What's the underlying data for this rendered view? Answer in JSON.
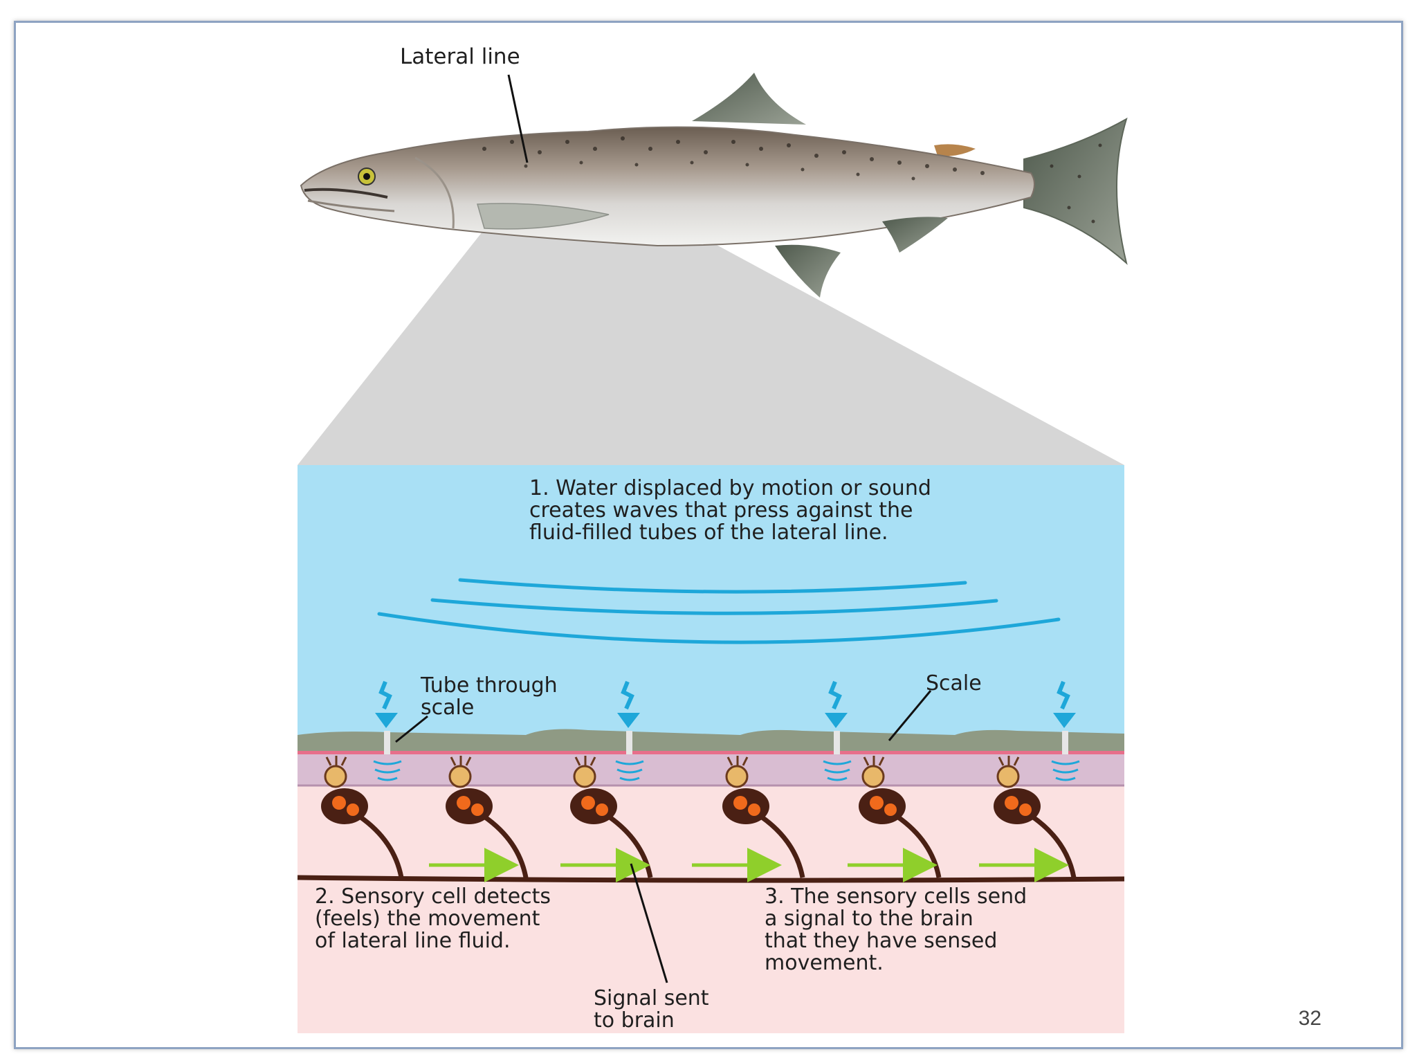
{
  "labels": {
    "lateral_line": "Lateral line",
    "step1": [
      "1. Water displaced by motion or sound",
      "creates waves that press against the",
      "fluid-filled tubes of the lateral line."
    ],
    "tube": [
      "Tube through",
      "scale"
    ],
    "scale": "Scale",
    "step2": [
      "2. Sensory cell detects",
      "(feels) the movement",
      "of lateral line fluid."
    ],
    "step3": [
      "3. The sensory cells send",
      "a signal to the brain",
      "that they have sensed",
      "movement."
    ],
    "signal": [
      "Signal sent",
      "to brain"
    ]
  },
  "page_number": "32",
  "colors": {
    "water": "#a9e0f5",
    "tissue": "#fbe1e1",
    "canal": "#d9bdd2",
    "scale": "#8f9a84",
    "wave": "#1ea7d9",
    "arrow_green": "#8fcf2b",
    "nerve": "#4a2014",
    "cell_orange": "#f06a1c"
  }
}
